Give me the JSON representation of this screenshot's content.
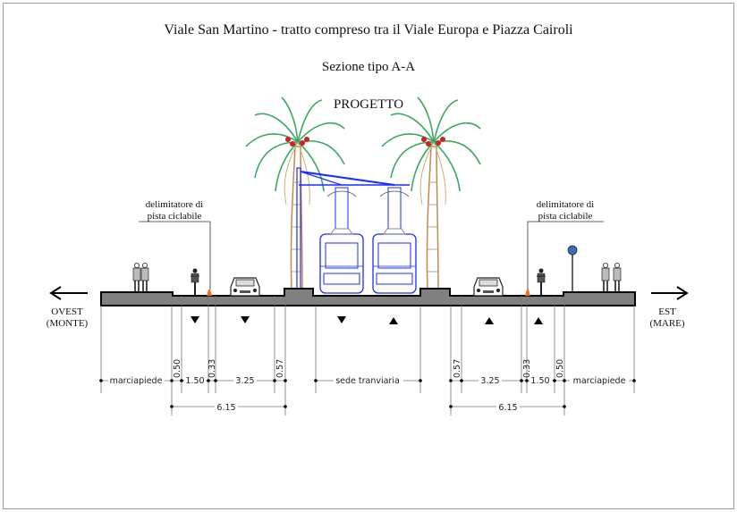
{
  "title": "Viale San Martino - tratto compreso tra il  Viale Europa e Piazza Cairoli",
  "subtitle": "Sezione tipo A-A",
  "phase": "PROGETTO",
  "callouts": {
    "left": {
      "line1": "delimitatore di",
      "line2": "pista ciclabile"
    },
    "right": {
      "line1": "delimitatore di",
      "line2": "pista ciclabile"
    }
  },
  "directions": {
    "west": {
      "line1": "OVEST",
      "line2": "(MONTE)"
    },
    "east": {
      "line1": "EST",
      "line2": "(MARE)"
    }
  },
  "dimensions": {
    "left": {
      "sidewalk": "marciapiede",
      "buffer": "0.50",
      "bike_lane": "1.50",
      "delimiter": "0.33",
      "lane": "3.25",
      "curb": "0.57",
      "total": "6.15"
    },
    "center": {
      "tram": "sede tranviaria"
    },
    "right": {
      "curb": "0.57",
      "lane": "3.25",
      "delimiter": "0.33",
      "bike_lane": "1.50",
      "buffer": "0.50",
      "sidewalk": "marciapiede",
      "total": "6.15"
    }
  },
  "colors": {
    "road": "#808080",
    "tram": "#1a2cff",
    "palm_leaf": "#3aa860",
    "palm_trunk": "#c08a50",
    "delimiter": "#f07020"
  }
}
